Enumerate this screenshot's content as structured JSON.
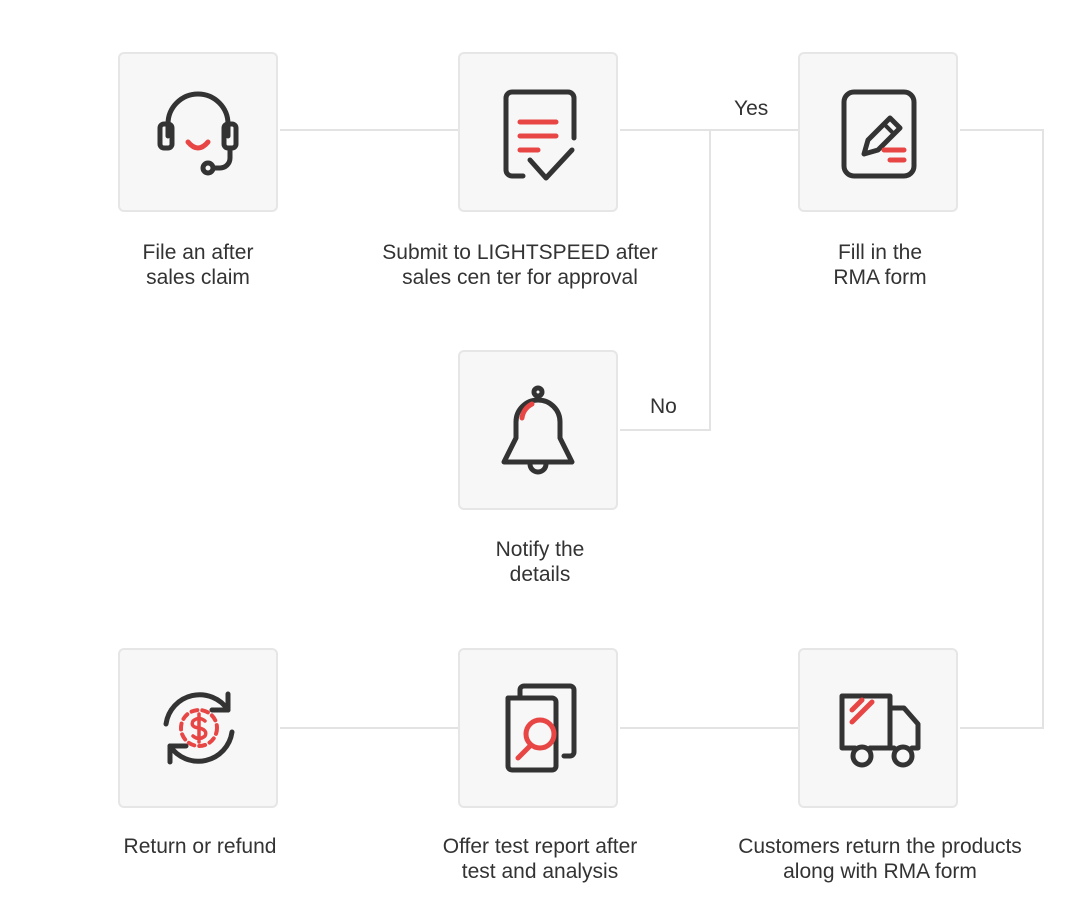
{
  "colors": {
    "icon_stroke": "#333333",
    "accent": "#e84545",
    "box_bg": "#f7f7f7",
    "box_border": "#e6e6e6",
    "line": "#e3e3e3"
  },
  "steps": {
    "file_claim": {
      "label": "File an after\nsales claim",
      "icon": "headset-icon"
    },
    "submit": {
      "label": "Submit to LIGHTSPEED after\nsales cen ter for approval",
      "icon": "document-check-icon"
    },
    "rma_form": {
      "label": "Fill in the\nRMA form",
      "icon": "edit-form-icon"
    },
    "notify": {
      "label": "Notify the\ndetails",
      "icon": "bell-icon"
    },
    "return_goods": {
      "label": "Customers return the products\nalong with RMA form",
      "icon": "truck-icon"
    },
    "test_report": {
      "label": "Offer test report after\ntest and analysis",
      "icon": "document-search-icon"
    },
    "refund": {
      "label": "Return or refund",
      "icon": "refund-icon"
    }
  },
  "edge_labels": {
    "yes": "Yes",
    "no": "No"
  }
}
